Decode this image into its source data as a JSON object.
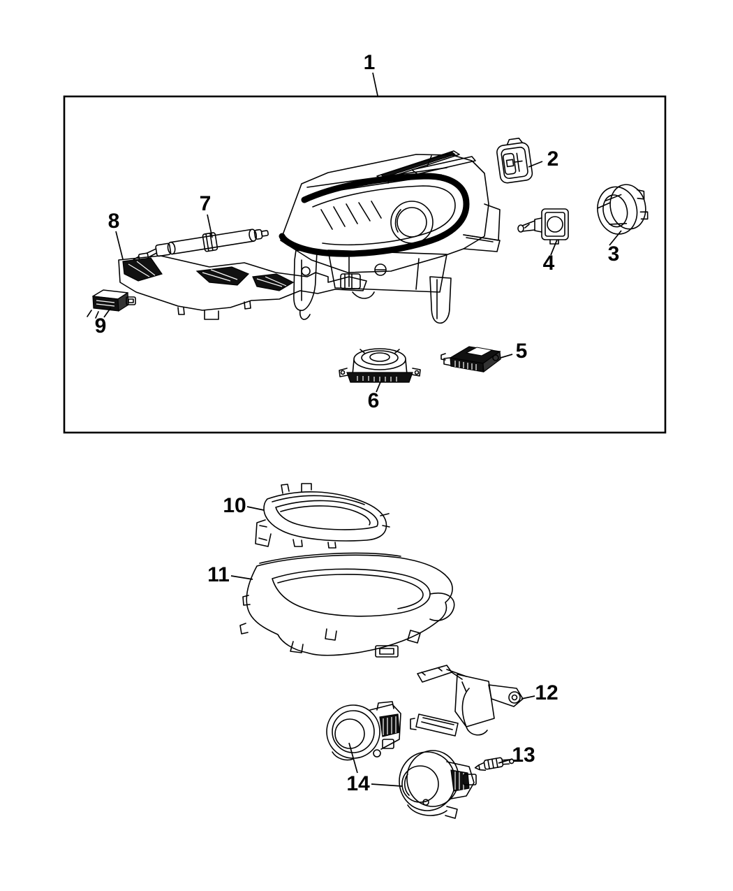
{
  "diagram": {
    "type": "exploded-parts-diagram",
    "colors": {
      "line": "#000000",
      "background": "#ffffff"
    },
    "callouts": [
      {
        "label": "1"
      },
      {
        "label": "2"
      },
      {
        "label": "3"
      },
      {
        "label": "4"
      },
      {
        "label": "5"
      },
      {
        "label": "6"
      },
      {
        "label": "7"
      },
      {
        "label": "8"
      },
      {
        "label": "9"
      },
      {
        "label": "10"
      },
      {
        "label": "11"
      },
      {
        "label": "12"
      },
      {
        "label": "13"
      },
      {
        "label": "14"
      }
    ]
  }
}
